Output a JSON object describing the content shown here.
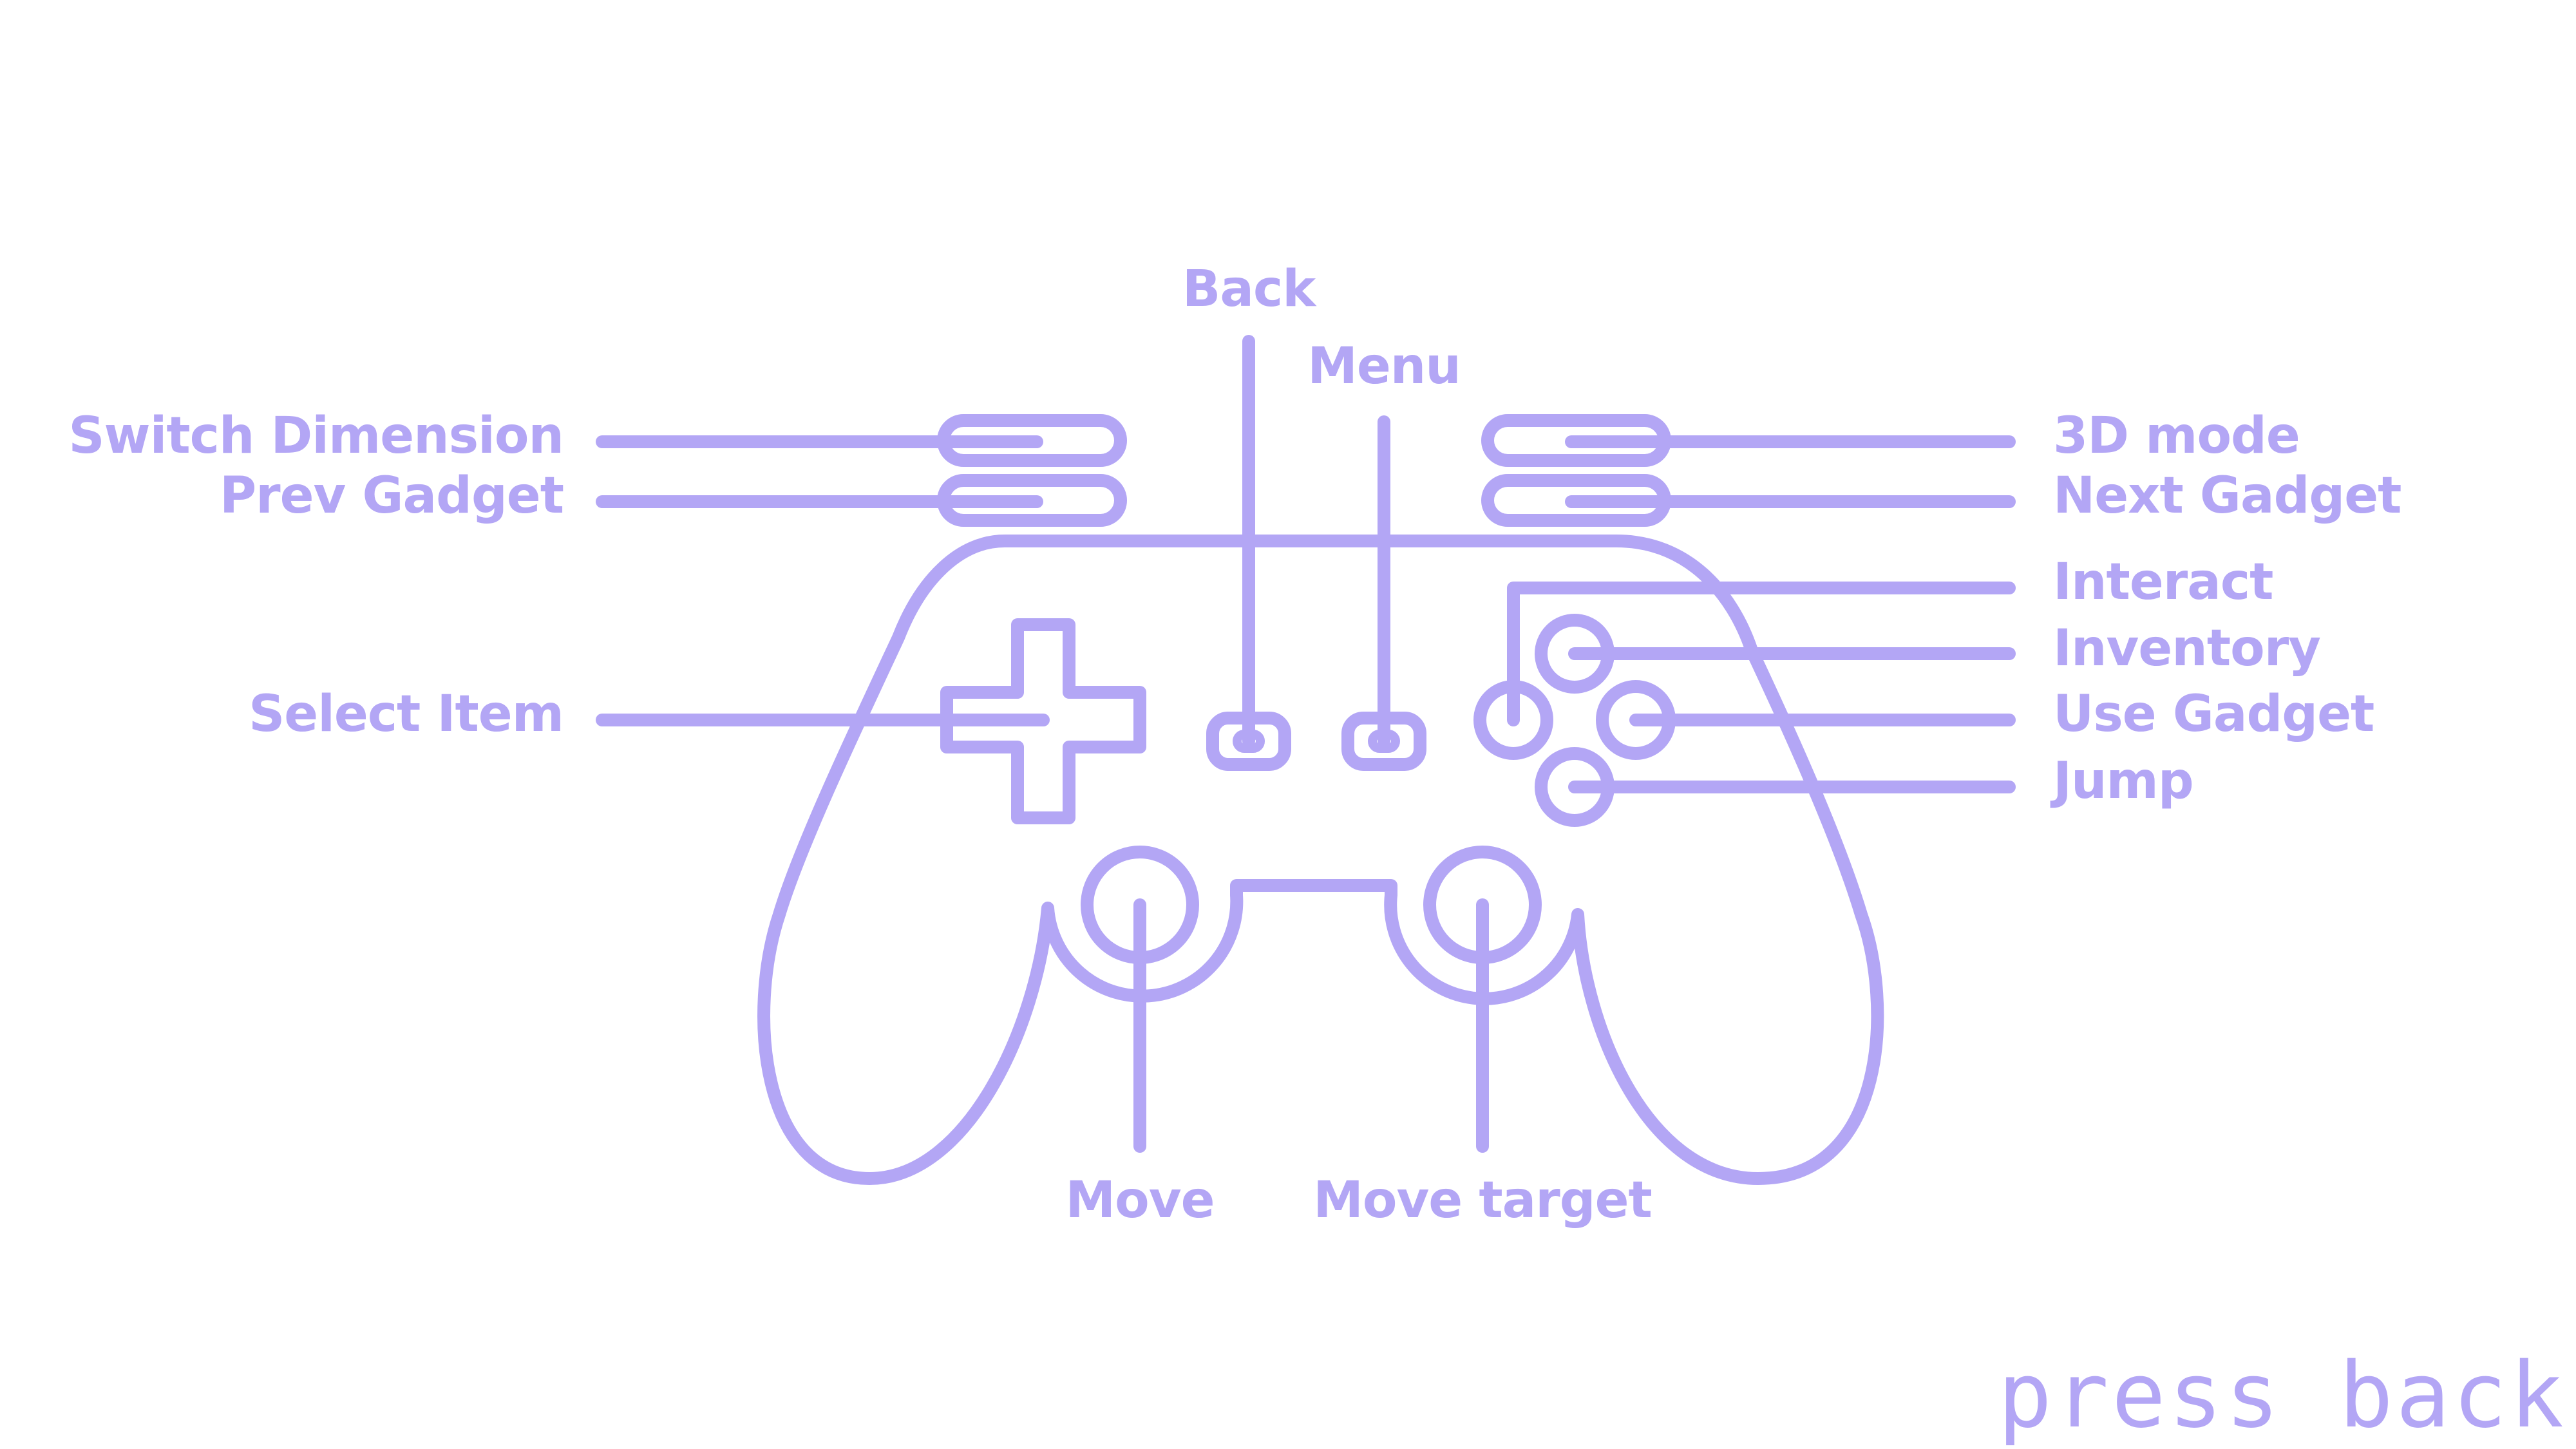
{
  "theme": {
    "accent": "#b3a6f5",
    "background": "#ffffff"
  },
  "screen": "controller-layout",
  "labels": {
    "back": "Back",
    "menu": "Menu",
    "switch_dimension": "Switch Dimension",
    "prev_gadget": "Prev Gadget",
    "select_item": "Select Item",
    "mode_3d": "3D mode",
    "next_gadget": "Next Gadget",
    "interact": "Interact",
    "inventory": "Inventory",
    "use_gadget": "Use Gadget",
    "jump": "Jump",
    "move": "Move",
    "move_target": "Move target"
  },
  "prompt": {
    "text": "press back"
  }
}
